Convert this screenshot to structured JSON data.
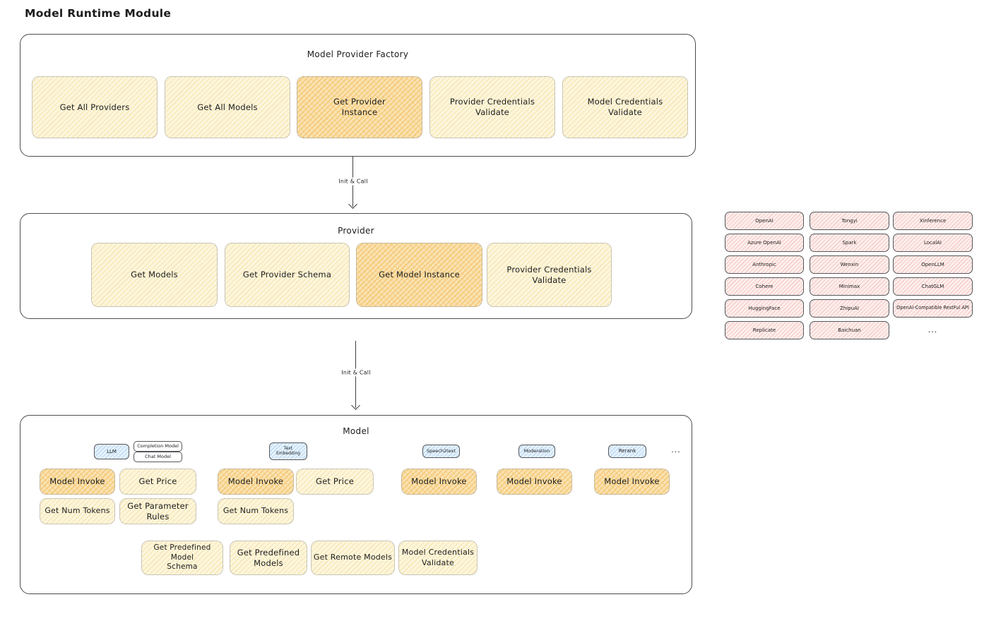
{
  "page": {
    "title": "Model Runtime Module"
  },
  "arrows": {
    "arrow1_label": "Init & Call",
    "arrow2_label": "Init & Call"
  },
  "factory": {
    "title": "Model Provider Factory",
    "boxes": [
      {
        "label": "Get All Providers"
      },
      {
        "label": "Get All Models"
      },
      {
        "label": "Get Provider\nInstance"
      },
      {
        "label": "Provider Credentials\nValidate"
      },
      {
        "label": "Model Credentials\nValidate"
      }
    ]
  },
  "provider": {
    "title": "Provider",
    "boxes": [
      {
        "label": "Get Models"
      },
      {
        "label": "Get Provider Schema"
      },
      {
        "label": "Get Model Instance"
      },
      {
        "label": "Provider Credentials\nValidate"
      }
    ]
  },
  "providers_grid": {
    "column1": [
      "OpenAI",
      "Azure OpenAI",
      "Anthropic",
      "Cohere",
      "HuggingFace",
      "Replicate"
    ],
    "column2": [
      "Tongyi",
      "Spark",
      "Wenxin",
      "Minimax",
      "ZhipuAI",
      "Baichuan"
    ],
    "column3": [
      "Xinference",
      "LocalAI",
      "OpenLLM",
      "ChatGLM",
      "OpenAI-Compatible RestFul API"
    ],
    "more": "..."
  },
  "model": {
    "title": "Model",
    "types": {
      "llm": "LLM",
      "completion": "Completion Model",
      "chat": "Chat Model",
      "text_embedding": "Text\nEmbedding",
      "speech2text": "Speech2text",
      "moderation": "Moderation",
      "rerank": "Rerank",
      "more": "..."
    },
    "functions": {
      "model_invoke": "Model Invoke",
      "get_price": "Get Price",
      "get_num_tokens": "Get Num Tokens",
      "get_parameter_rules": "Get Parameter\nRules",
      "get_predefined_model_schema": "Get Predefined Model\nSchema",
      "get_predefined_models": "Get Predefined\nModels",
      "get_remote_models": "Get Remote Models",
      "model_credentials_validate": "Model Credentials\nValidate"
    }
  },
  "colors": {
    "accent_orange": "#f2bb55",
    "light_yellow": "#fdf6dd",
    "pink": "#fdefed",
    "blue": "#e6f2fc",
    "ink": "#1c1c1c"
  }
}
